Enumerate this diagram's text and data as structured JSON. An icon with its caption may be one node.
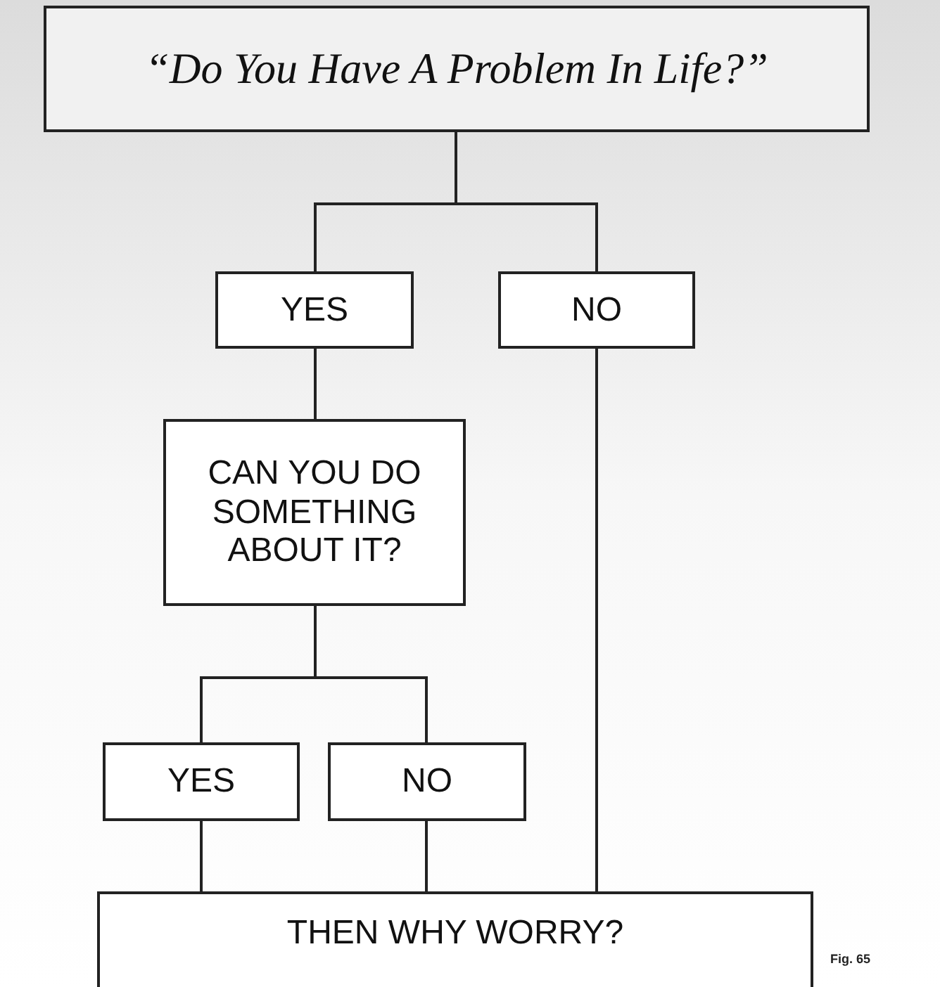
{
  "diagram": {
    "nodes": [
      {
        "text": [
          "“Do You Have A Problem In Life?”"
        ]
      },
      {
        "text": [
          "YES"
        ]
      },
      {
        "text": [
          "NO"
        ]
      },
      {
        "text": [
          "CAN YOU DO SOMETHING ABOUT IT?"
        ]
      },
      {
        "text": [
          "YES"
        ]
      },
      {
        "text": [
          "NO"
        ]
      },
      {
        "text": [
          "THEN WHY WORRY?"
        ]
      }
    ],
    "edges": [
      {
        "from": 0,
        "to": 1,
        "arrow": "none"
      },
      {
        "from": 0,
        "to": 2,
        "arrow": "none"
      },
      {
        "from": 1,
        "to": 3,
        "arrow": "none"
      },
      {
        "from": 3,
        "to": 4,
        "arrow": "none"
      },
      {
        "from": 3,
        "to": 5,
        "arrow": "none"
      },
      {
        "from": 4,
        "to": 6,
        "arrow": "none"
      },
      {
        "from": 5,
        "to": 6,
        "arrow": "none"
      },
      {
        "from": 2,
        "to": 6,
        "arrow": "none"
      }
    ],
    "labels": [
      "Fig. 65"
    ]
  }
}
